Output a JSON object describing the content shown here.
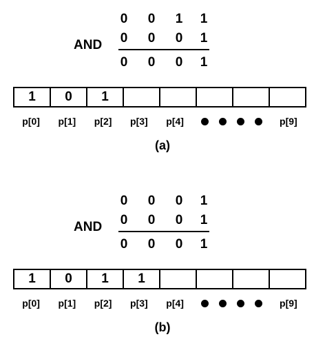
{
  "panels": [
    {
      "operator": "AND",
      "operand_1": [
        "0",
        "0",
        "1",
        "1"
      ],
      "operand_2": [
        "0",
        "0",
        "0",
        "1"
      ],
      "result": [
        "0",
        "0",
        "0",
        "1"
      ],
      "cells": [
        "1",
        "0",
        "1",
        "",
        "",
        "",
        "",
        ""
      ],
      "indices": [
        "p[0]",
        "p[1]",
        "p[2]",
        "p[3]",
        "p[4]",
        "p[9]"
      ],
      "caption": "(a)"
    },
    {
      "operator": "AND",
      "operand_1": [
        "0",
        "0",
        "0",
        "1"
      ],
      "operand_2": [
        "0",
        "0",
        "0",
        "1"
      ],
      "result": [
        "0",
        "0",
        "0",
        "1"
      ],
      "cells": [
        "1",
        "0",
        "1",
        "1",
        "",
        "",
        "",
        ""
      ],
      "indices": [
        "p[0]",
        "p[1]",
        "p[2]",
        "p[3]",
        "p[4]",
        "p[9]"
      ],
      "caption": "(b)"
    }
  ]
}
